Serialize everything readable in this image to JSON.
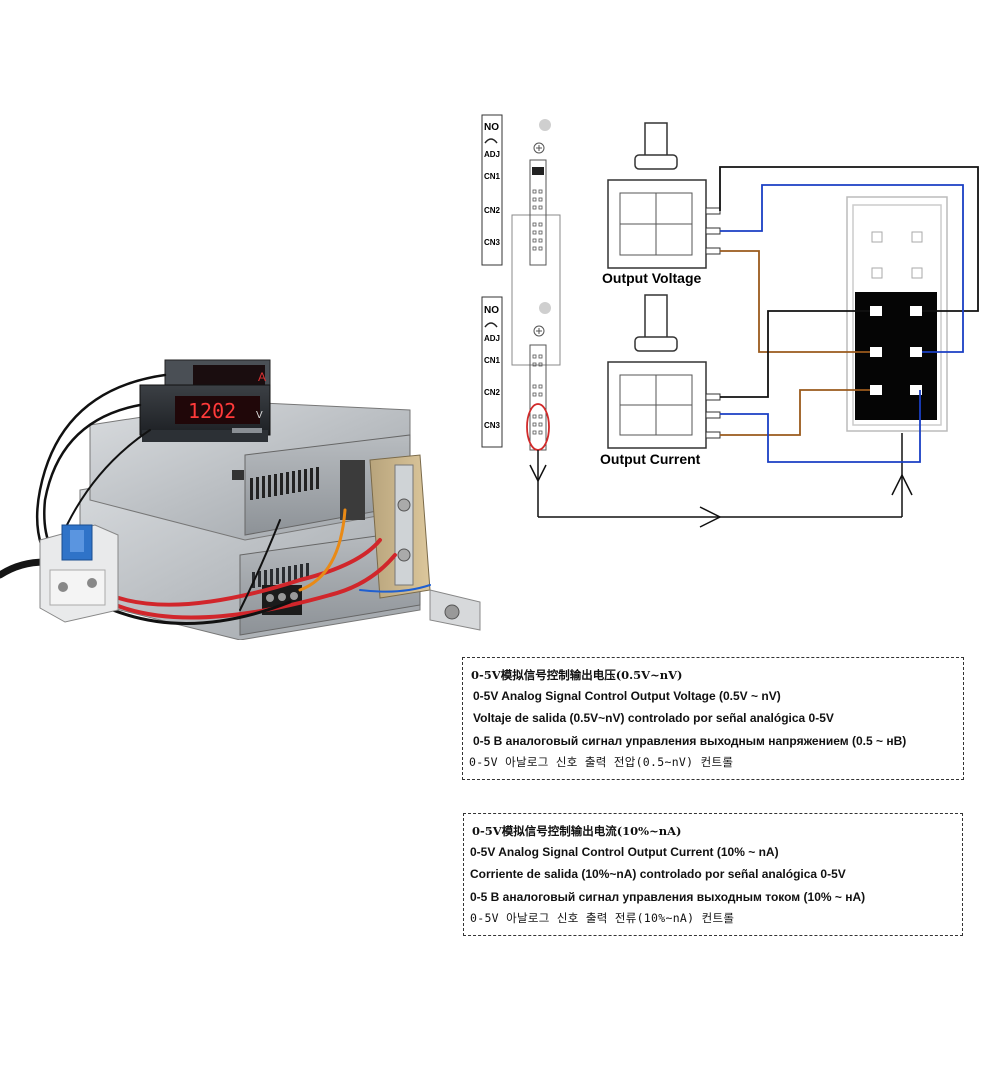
{
  "diagram": {
    "pot_voltage_label": "Output  Voltage",
    "pot_current_label": "Output  Current",
    "board_top": {
      "no": "NO",
      "adj": "ADJ",
      "cn1": "CN1",
      "cn2": "CN2",
      "cn3": "CN3"
    },
    "board_bottom": {
      "no": "NO",
      "adj": "ADJ",
      "cn1": "CN1",
      "cn2": "CN2",
      "cn3": "CN3"
    },
    "wire_colors": {
      "black": "#111111",
      "blue": "#1a3fc4",
      "brown": "#9a5a1c",
      "highlight": "#d12a2a"
    }
  },
  "photo": {
    "meter_top_display": "1202",
    "meter_top_unit": "V",
    "meter_back_unit": "A"
  },
  "voltage_box": {
    "zh": "0-5V模拟信号控制输出电压(0.5V~nV)",
    "en": "0-5V Analog Signal Control Output Voltage (0.5V ~ nV)",
    "es": "Voltaje de salida (0.5V~nV) controlado por señal analógica 0-5V",
    "ru": "0-5 В аналоговый сигнал управления выходным напряжением (0.5 ~ нВ)",
    "ko": "0-5V 아날로그 신호 출력 전압(0.5~nV) 컨트롤"
  },
  "current_box": {
    "zh": "0-5V模拟信号控制输出电流(10%~nA)",
    "en": "0-5V Analog Signal Control Output Current (10% ~ nA)",
    "es": "Corriente de salida (10%~nA) controlado por señal analógica 0-5V",
    "ru": "0-5 В аналоговый сигнал управления выходным током (10% ~ нА)",
    "ko": "0-5V 아날로그 신호 출력 전류(10%~nA) 컨트롤"
  }
}
